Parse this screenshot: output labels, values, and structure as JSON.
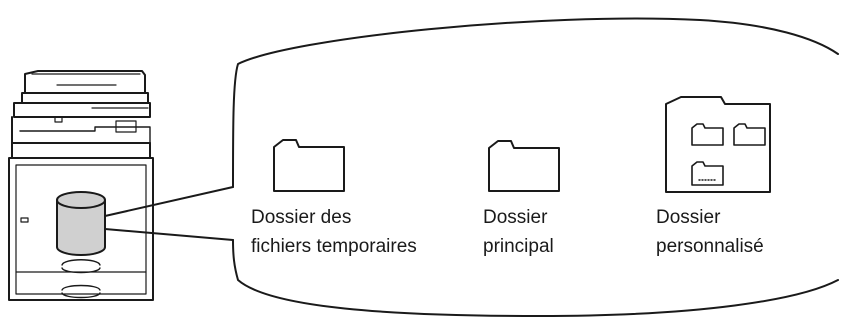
{
  "folders": {
    "temporary": {
      "line1": "Dossier des",
      "line2": "fichiers temporaires",
      "icon": "folder-icon"
    },
    "main": {
      "line1": "Dossier",
      "line2": "principal",
      "icon": "folder-icon"
    },
    "custom": {
      "line1": "Dossier",
      "line2": "personnalisé",
      "icon": "folder-with-subfolders-icon"
    }
  },
  "colors": {
    "stroke": "#1a1a1a",
    "disk_fill": "#d0d0d0",
    "background": "#ffffff"
  },
  "icons": {
    "machine": "multifunction-printer-icon",
    "storage": "hard-disk-icon"
  }
}
